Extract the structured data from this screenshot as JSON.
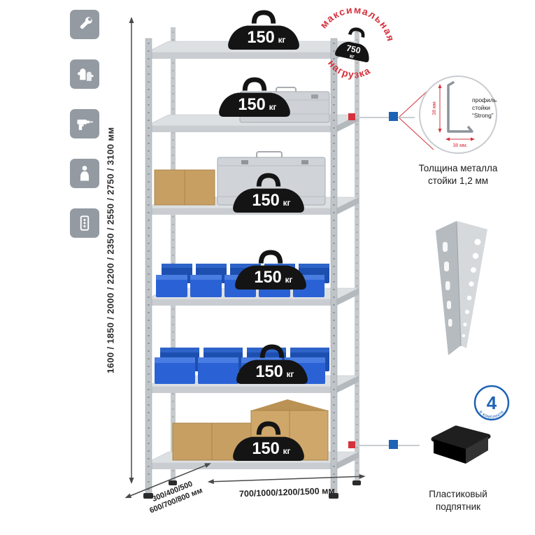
{
  "left_icons": [
    {
      "icon": "wrench"
    },
    {
      "icon": "gloves"
    },
    {
      "icon": "drill"
    },
    {
      "icon": "person"
    },
    {
      "icon": "upright-profile"
    }
  ],
  "dimensions": {
    "height": "1600 / 1850 / 2000 / 2200 / 2350 / 2550 / 2750 / 3100 мм",
    "depth_line1": "300/400/500",
    "depth_line2": "600/700/800 мм",
    "width": "700/1000/1200/1500 мм"
  },
  "shelf_weights": [
    {
      "value": "150",
      "unit": "кг"
    },
    {
      "value": "150",
      "unit": "кг"
    },
    {
      "value": "150",
      "unit": "кг"
    },
    {
      "value": "150",
      "unit": "кг"
    },
    {
      "value": "150",
      "unit": "кг"
    },
    {
      "value": "150",
      "unit": "кг"
    }
  ],
  "max_load": {
    "arc_top": "максимальная",
    "arc_bottom": "нагрузка",
    "value": "750",
    "unit": "кг"
  },
  "profile_detail": {
    "label_line1": "профиль",
    "label_line2": "стойки",
    "label_line3": "“Strong”",
    "dim_vertical": "38 мм",
    "dim_horizontal": "38 мм.",
    "caption_line1": "Толщина металла",
    "caption_line2": "стойки 1,2 мм"
  },
  "foot_detail": {
    "badge_number": "4",
    "badge_arc": "в комплекте",
    "caption_line1": "Пластиковый",
    "caption_line2": "подпятник"
  },
  "colors": {
    "accent_red": "#d6323c",
    "accent_blue": "#1e62b5",
    "icon_bg": "#939aa1",
    "metal_light": "#d6d9dc",
    "bin_blue": "#2a62d6",
    "box_tan": "#c9a36b",
    "weight_black": "#141414"
  }
}
